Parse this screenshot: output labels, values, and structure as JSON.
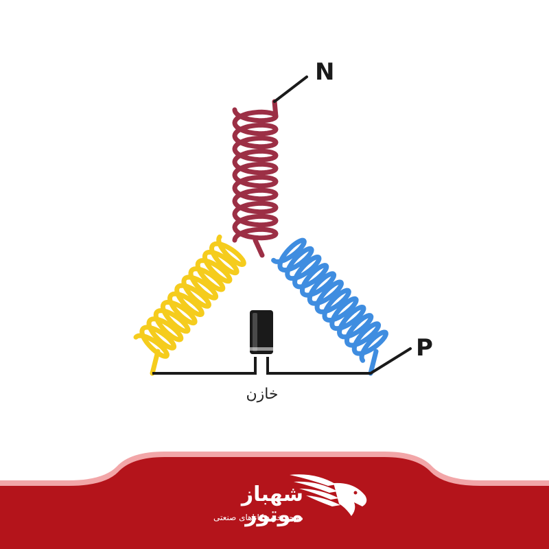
{
  "terminals": {
    "n_label": "N",
    "p_label": "P"
  },
  "capacitor": {
    "label": "خازن"
  },
  "coils": [
    {
      "name": "top-coil",
      "color": "#9c2f45"
    },
    {
      "name": "left-coil",
      "color": "#f5cc1d"
    },
    {
      "name": "right-coil",
      "color": "#3f8de0"
    }
  ],
  "colors": {
    "wire": "#1a1a1a",
    "capacitor_body": "#1a1a1a",
    "footer_band": "#b4141b",
    "footer_edge": "#f2a6a8",
    "brand_text": "#ffffff"
  },
  "brand": {
    "name": "شهباز موتور",
    "tagline": "مرجع خرید کاناهای صنعتی",
    "logo_icon": "eagle-head-logo-icon"
  }
}
